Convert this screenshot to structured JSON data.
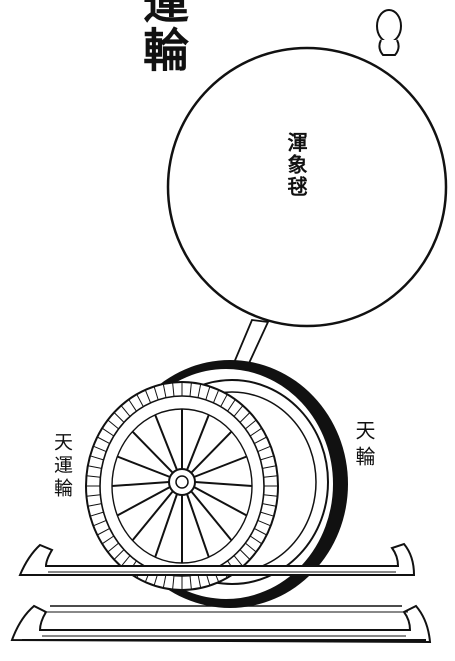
{
  "illustration": {
    "title_text": "運輪",
    "labels": {
      "armillary_globe": "渾象毬",
      "heavenly_wheel": "天輪",
      "heavenly_revolving_wheel": "天運輪"
    }
  }
}
